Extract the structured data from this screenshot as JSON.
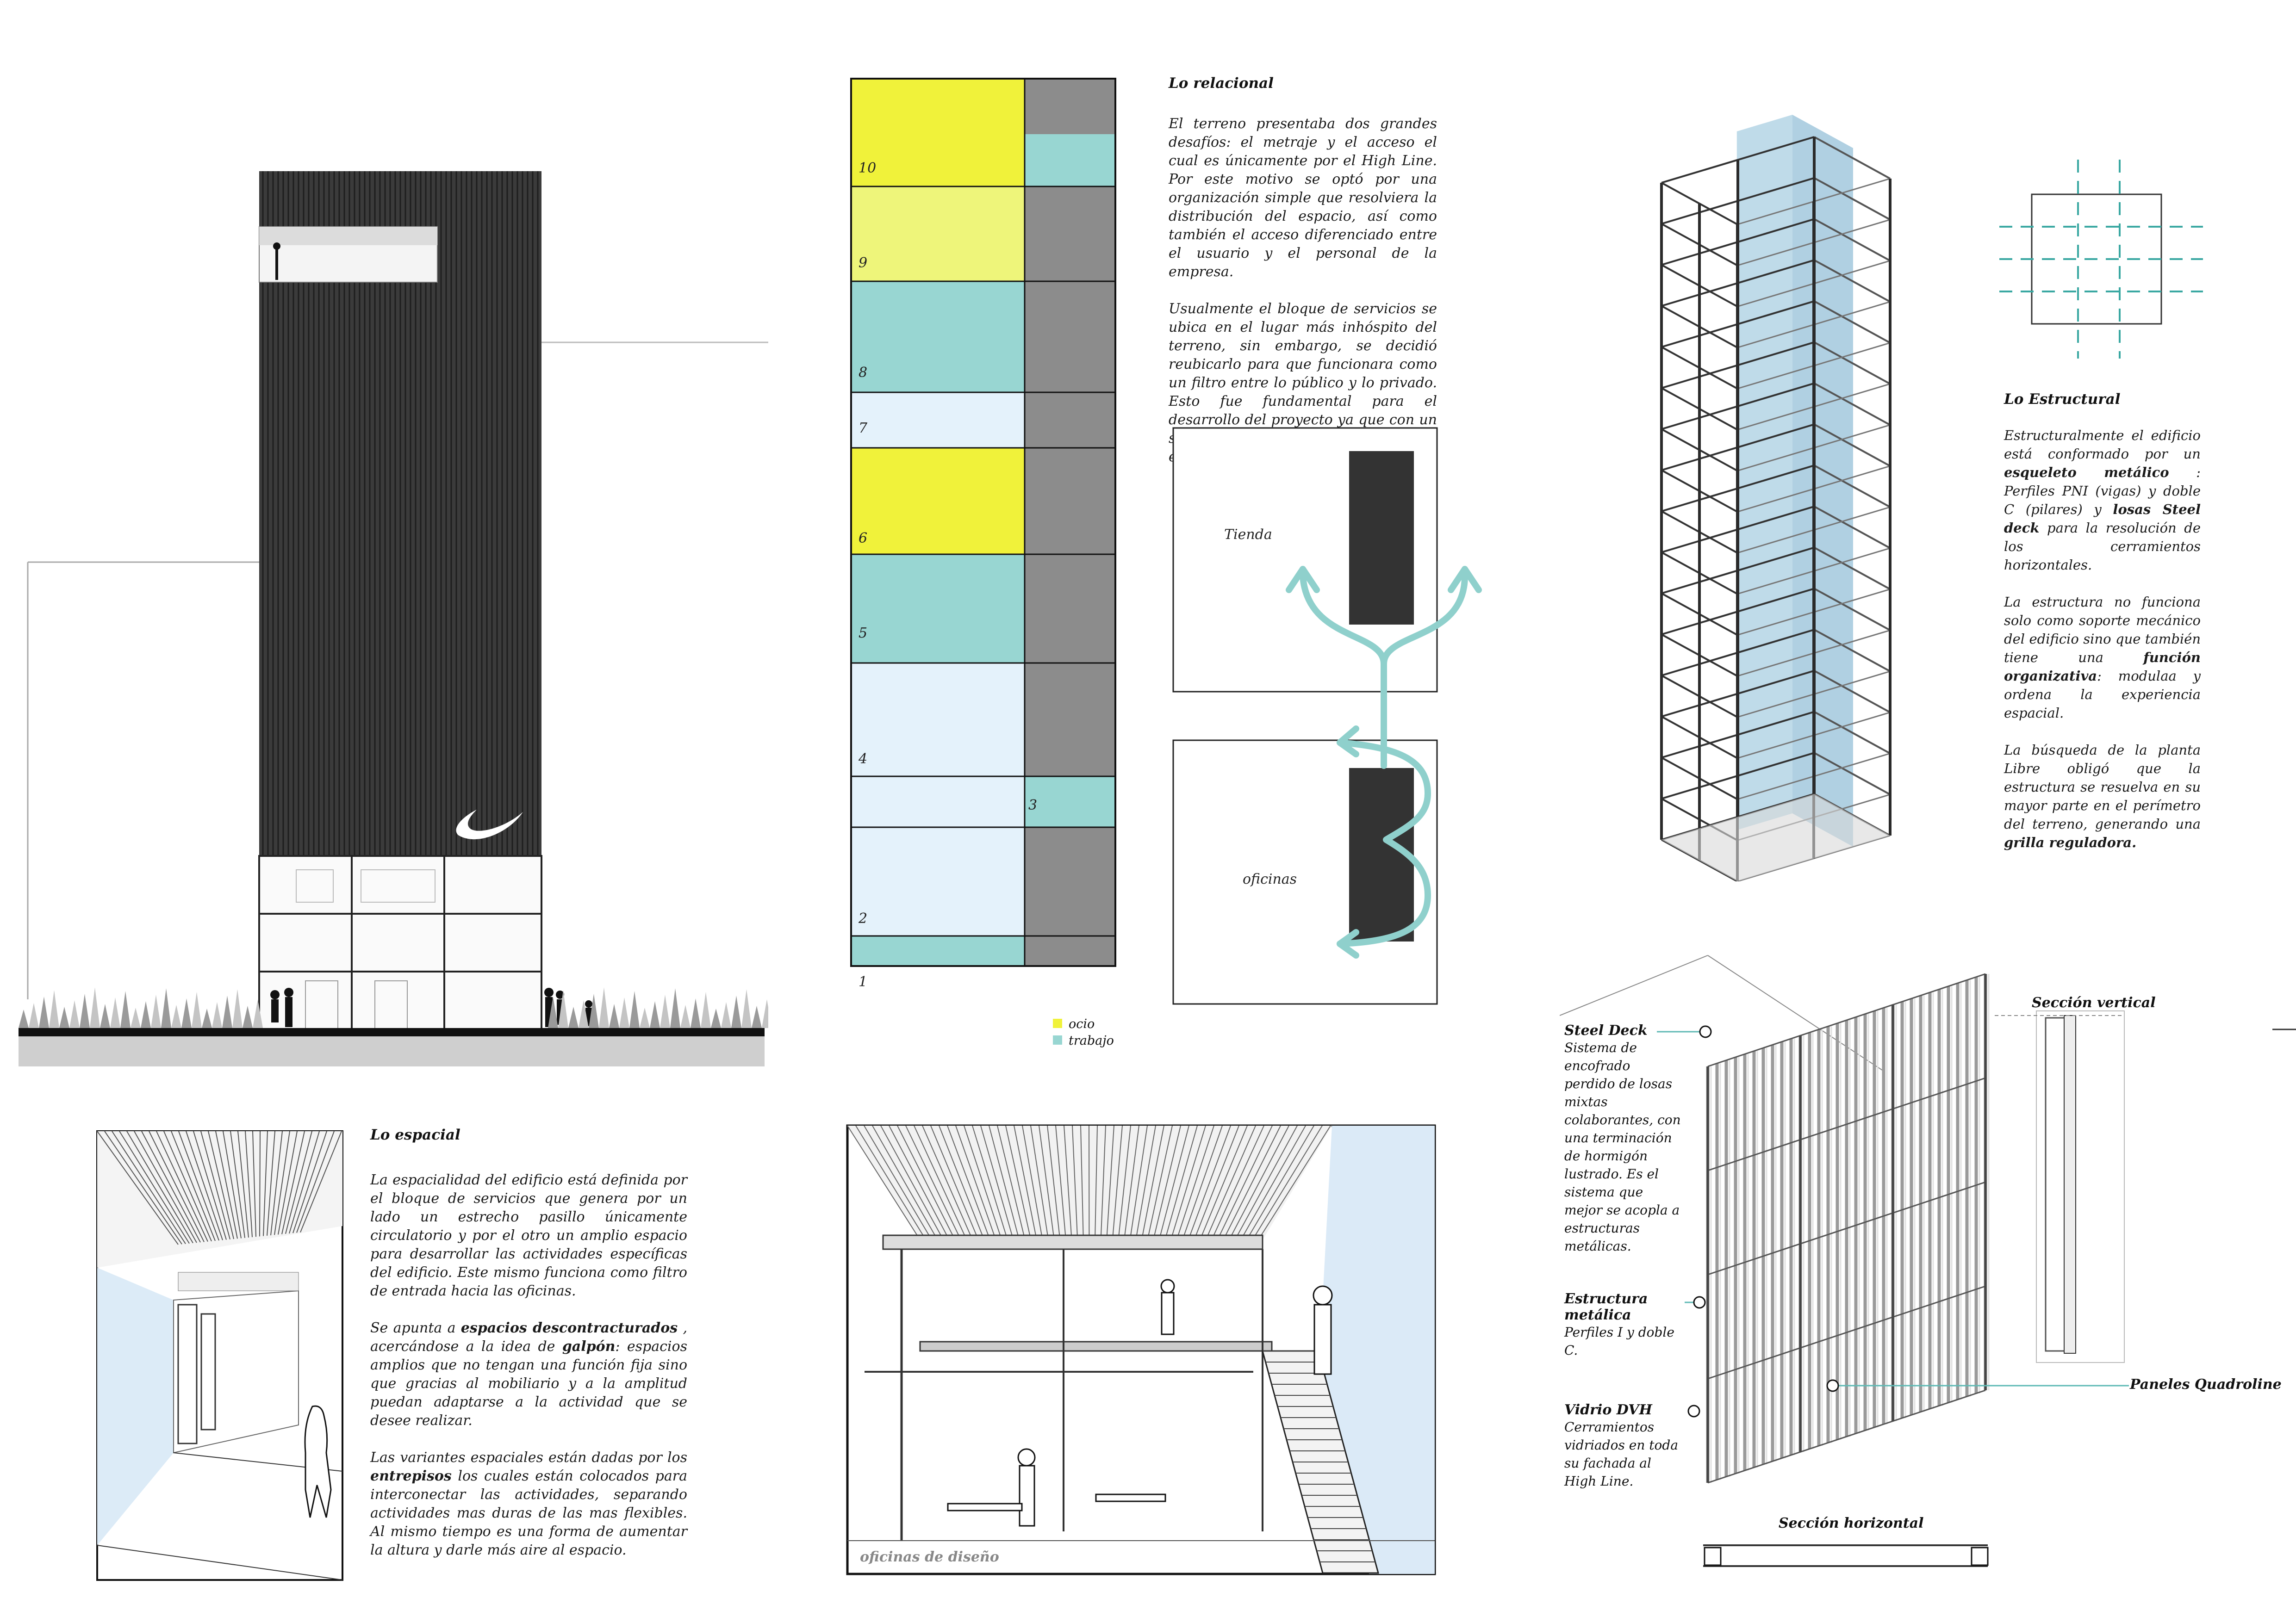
{
  "colors": {
    "ocio": "#f0f23a",
    "ocio_light": "#eef57a",
    "trabajo": "#98d6d2",
    "light_blue": "#e4f2fb",
    "service_gray": "#8c8c8c",
    "facade_dark": "#3a3a3a",
    "arrow_teal": "#8fd0cc",
    "structure_blue": "#a9cfe2"
  },
  "relacional": {
    "title": "Lo relacional",
    "p1": "El terreno presentaba dos grandes desafíos: el metraje y el acceso el cual es únicamente por el High Line. Por este motivo se optó por una organización simple que resolviera la distribución del espacio, así como también el acceso diferenciado entre el usuario y el personal de la empresa.",
    "p2": "Usualmente el bloque de servicios se ubica en el lugar más inhóspito del terreno, sin embargo, se decidió reubicarlo para que funcionara como un filtro entre lo público y lo privado. Esto fue fundamental para el desarrollo del proyecto ya que con un solo gesto se pudo resolver tanto las espacialidades como la circulación."
  },
  "floors": [
    {
      "n": "10",
      "use": "ocio"
    },
    {
      "n": "9",
      "use": "ocio"
    },
    {
      "n": "8",
      "use": "trabajo"
    },
    {
      "n": "7",
      "use": "libre"
    },
    {
      "n": "6",
      "use": "ocio"
    },
    {
      "n": "5",
      "use": "trabajo"
    },
    {
      "n": "4",
      "use": "libre"
    },
    {
      "n": "3",
      "use": "trabajo"
    },
    {
      "n": "2",
      "use": "libre"
    },
    {
      "n": "1",
      "use": "trabajo"
    }
  ],
  "legend": {
    "ocio": "ocio",
    "trabajo": "trabajo"
  },
  "diagram": {
    "tienda": "Tienda",
    "oficinas": "oficinas"
  },
  "estructural": {
    "title": "Lo Estructural",
    "p1": [
      "Estructuralmente el edificio está conformado por un ",
      "esqueleto metálico",
      " : Perfiles PNI (vigas) y doble C (pilares) y ",
      "losas Steel deck",
      " para la resolución de los cerramientos horizontales."
    ],
    "p2": [
      "La estructura no funciona solo como soporte mecánico del edificio sino que también tiene una ",
      "función organizativa",
      ": modulaa y ordena la experiencia espacial."
    ],
    "p3": [
      "La búsqueda de la planta Libre obligó que la estructura se resuelva en su mayor parte en el perímetro del terreno, generando una ",
      "grilla reguladora."
    ]
  },
  "espacial": {
    "title": "Lo espacial",
    "p1": "La espacialidad del edificio está definida por el bloque de servicios que genera por un lado un estrecho pasillo únicamente circulatorio y por el otro un amplio espacio para desarrollar las actividades específicas del edificio. Este mismo funciona como filtro de entrada hacia las oficinas.",
    "p2": [
      "Se apunta a ",
      "espacios descontracturados",
      " , acercándose a la idea de ",
      "galpón",
      ": espacios amplios que no tengan una función fija sino que gracias al mobiliario y a la amplitud puedan adaptarse a la actividad que se desee realizar."
    ],
    "p3": [
      "Las variantes espaciales están dadas por los ",
      "entrepisos",
      " los cuales están colocados para interconectar las actividades, separando actividades mas duras de las mas flexibles. Al mismo tiempo es una forma de aumentar la altura y darle más aire al espacio."
    ]
  },
  "perspective": {
    "caption": "oficinas de diseño"
  },
  "detail": {
    "seccion_vertical": "Sección vertical",
    "seccion_horizontal": "Sección horizontal",
    "steel_deck": {
      "title": "Steel Deck",
      "text": "Sistema de encofrado perdido de losas mixtas colaborantes, con una terminación de hormigón lustrado. Es el sistema que mejor se acopla a estructuras metálicas."
    },
    "estructura": {
      "title": "Estructura metálica",
      "text": "Perfiles I y doble C."
    },
    "vidrio": {
      "title": "Vidrio DVH",
      "text": "Cerramientos vidriados en toda su fachada al High Line."
    },
    "paneles": {
      "title": "Paneles Quadroline"
    }
  }
}
